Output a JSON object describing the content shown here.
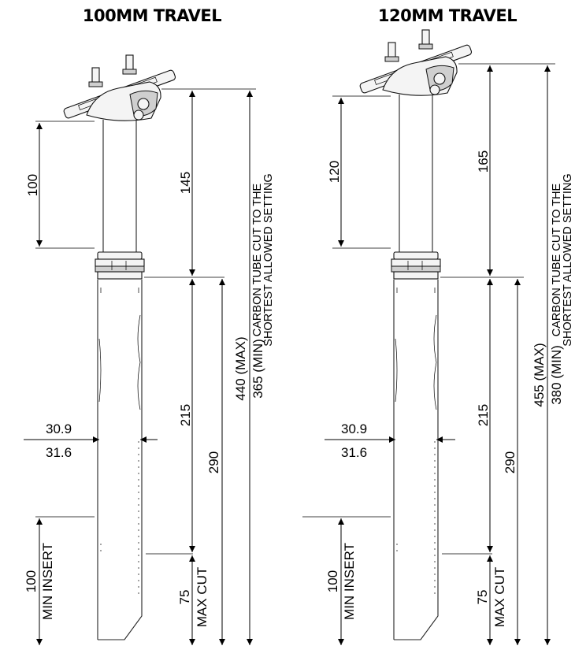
{
  "panels": [
    {
      "title": "100MM TRAVEL",
      "travel": "100",
      "upper_length": "145",
      "lower_length": "215",
      "insert_length": "290",
      "diameter_a": "30.9",
      "diameter_b": "31.6",
      "max_total": "440 (MAX)",
      "min_total": "365 (MIN)",
      "min_insert_value": "100",
      "min_insert_label": "MIN INSERT",
      "max_cut_value": "75",
      "max_cut_label": "MAX CUT",
      "note_line1": "CARBON TUBE CUT TO THE",
      "note_line2": "SHORTEST ALLOWED SETTING"
    },
    {
      "title": "120MM TRAVEL",
      "travel": "120",
      "upper_length": "165",
      "lower_length": "215",
      "insert_length": "290",
      "diameter_a": "30.9",
      "diameter_b": "31.6",
      "max_total": "455 (MAX)",
      "min_total": "380 (MIN)",
      "min_insert_value": "100",
      "min_insert_label": "MIN INSERT",
      "max_cut_value": "75",
      "max_cut_label": "MAX CUT",
      "note_line1": "CARBON TUBE CUT TO THE",
      "note_line2": "SHORTEST ALLOWED SETTING"
    }
  ],
  "colors": {
    "line": "#000000",
    "background": "#ffffff"
  }
}
